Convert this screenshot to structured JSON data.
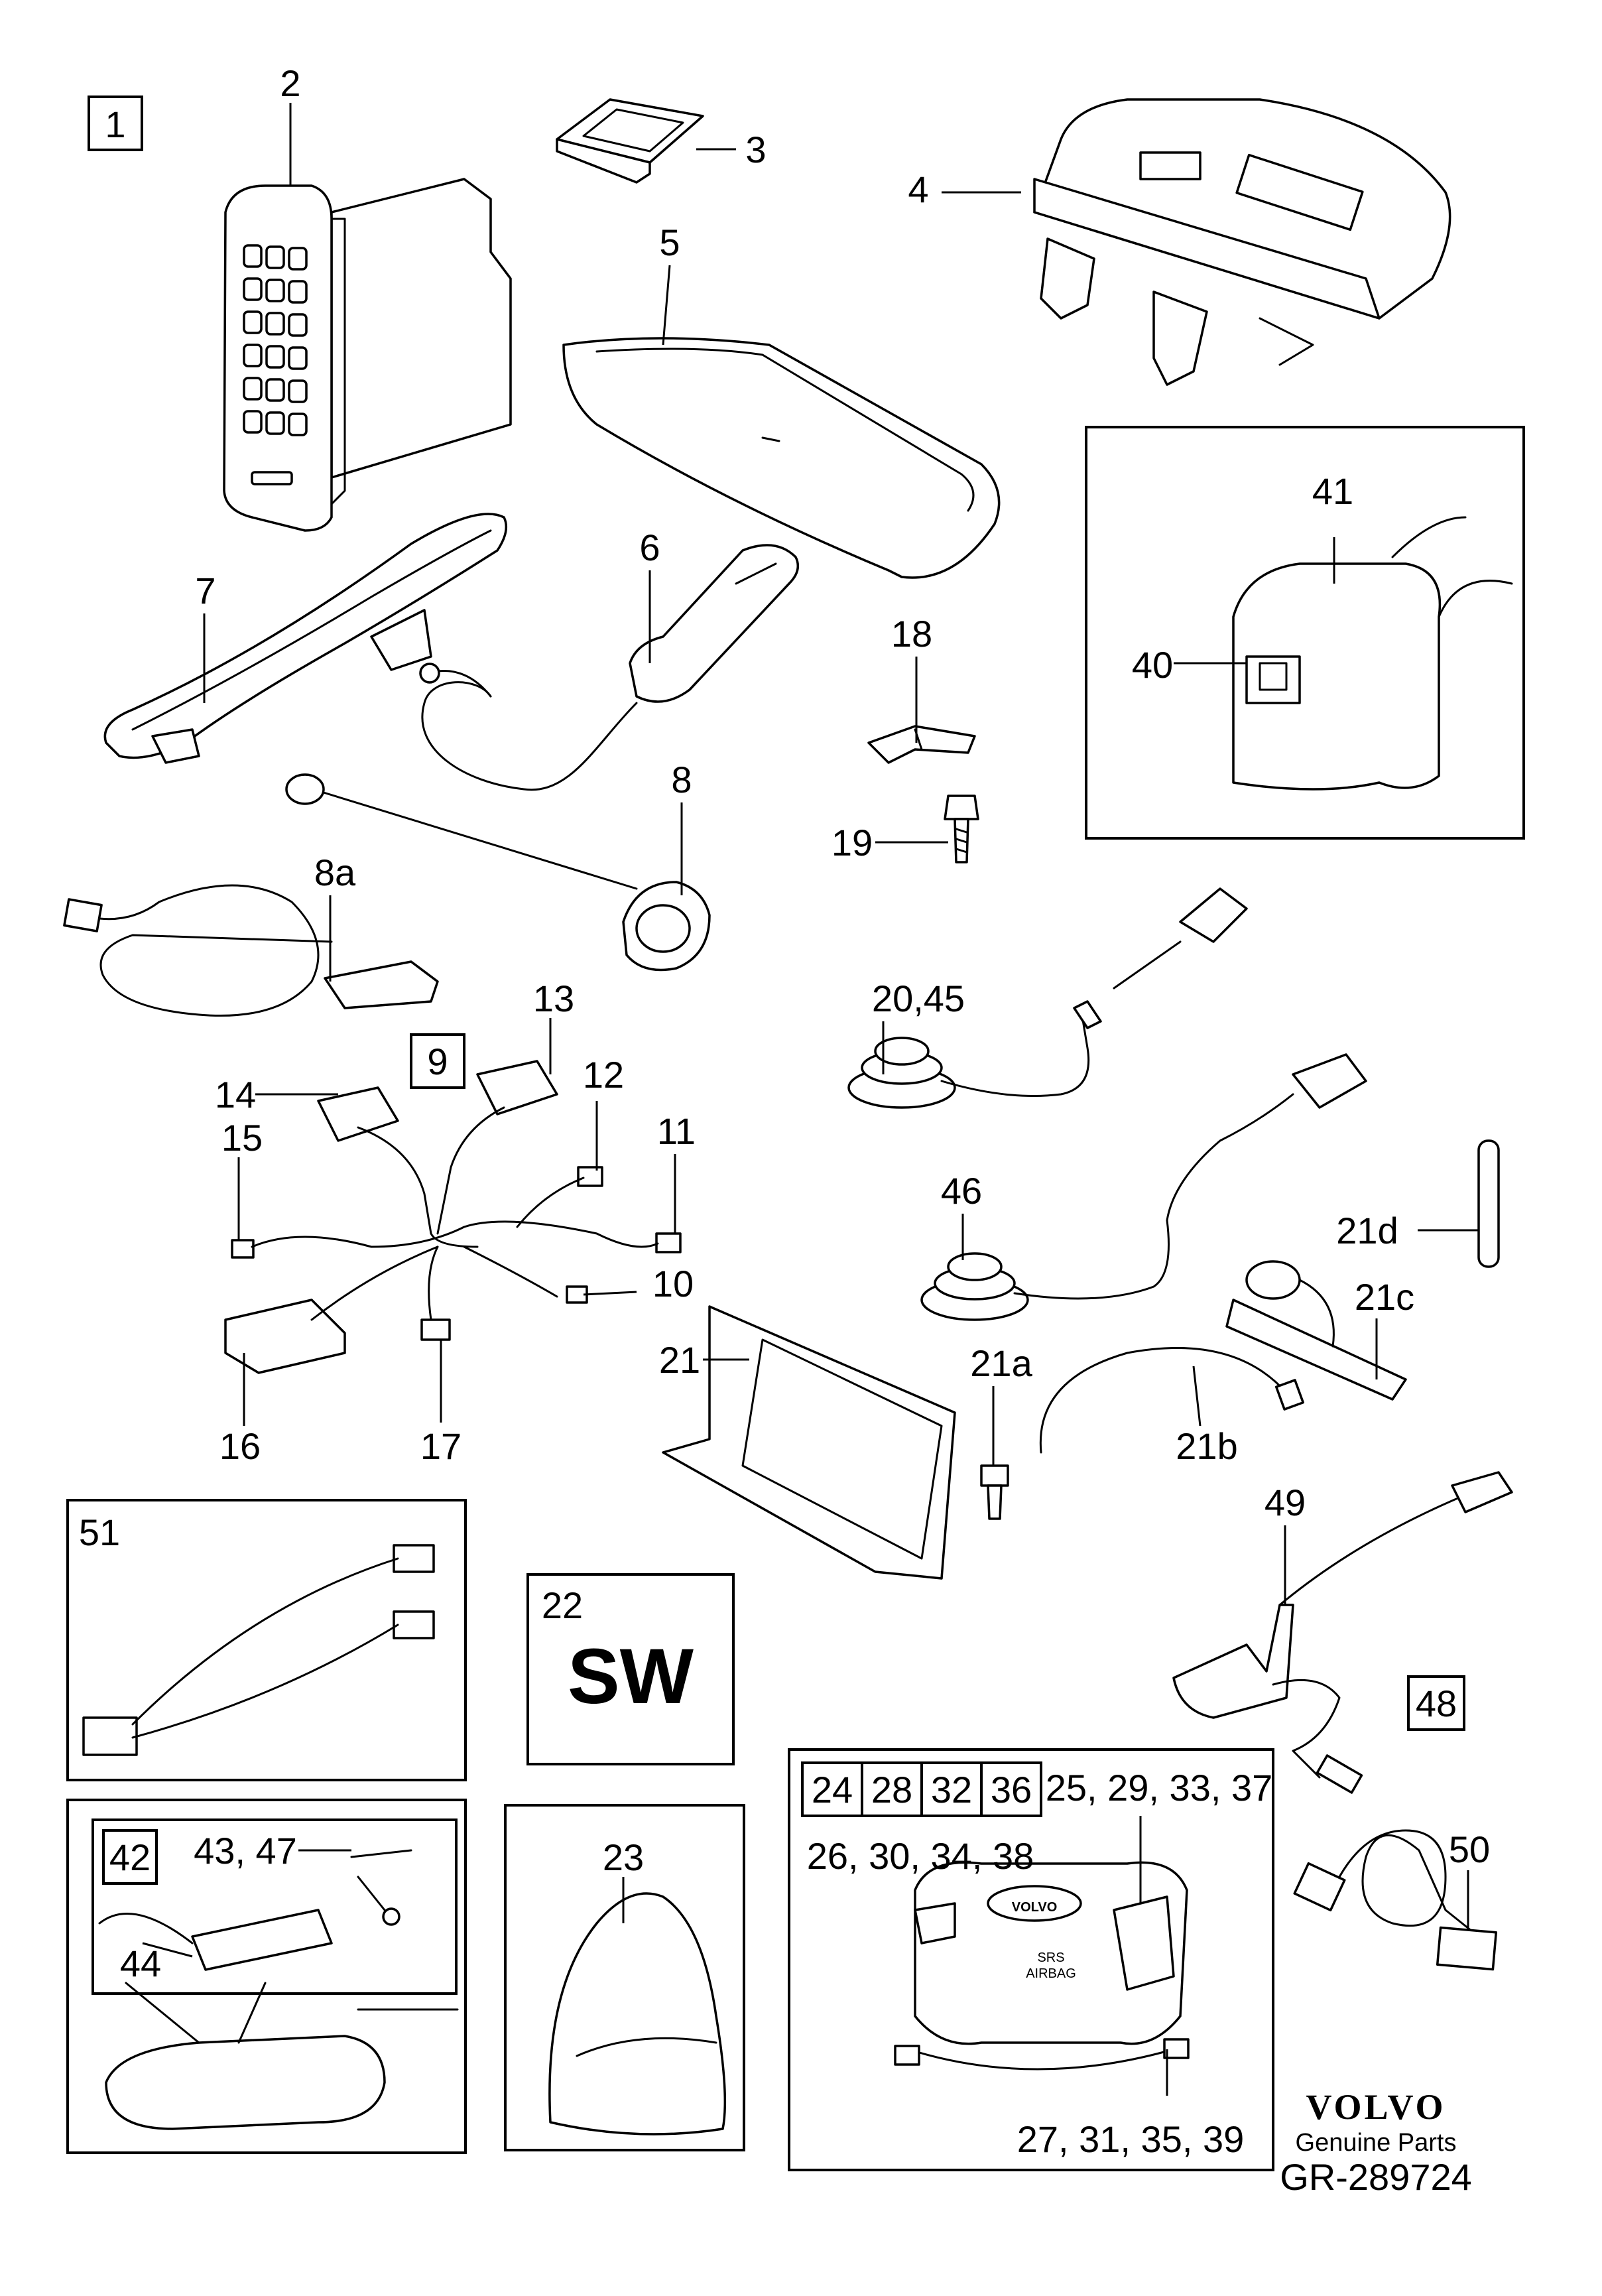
{
  "diagram": {
    "box_labels": {
      "group_1": "1",
      "group_9": "9",
      "group_42": "42",
      "group_48": "48",
      "airbag_24": "24",
      "airbag_28": "28",
      "airbag_32": "32",
      "airbag_36": "36"
    },
    "callouts": {
      "p2": "2",
      "p3": "3",
      "p4": "4",
      "p5": "5",
      "p6": "6",
      "p7": "7",
      "p8": "8",
      "p8a": "8a",
      "p10": "10",
      "p11": "11",
      "p12": "12",
      "p13": "13",
      "p14": "14",
      "p15": "15",
      "p16": "16",
      "p17": "17",
      "p18": "18",
      "p19": "19",
      "p20_45": "20,45",
      "p21": "21",
      "p21a": "21a",
      "p21b": "21b",
      "p21c": "21c",
      "p21d": "21d",
      "p22": "22",
      "p23": "23",
      "p25_29_33_37": "25, 29, 33, 37",
      "p26_30_34_38": "26, 30, 34, 38",
      "p27_31_35_39": "27, 31, 35, 39",
      "p40": "40",
      "p41": "41",
      "p43_47": "43, 47",
      "p44": "44",
      "p46": "46",
      "p49": "49",
      "p50": "50",
      "p51": "51"
    },
    "sw_text": "SW",
    "airbag_text_line1": "SRS",
    "airbag_text_line2": "AIRBAG",
    "wheel_logo": "VOLVO",
    "brand": "VOLVO",
    "tagline": "Genuine Parts",
    "figure_ref": "GR-289724"
  }
}
